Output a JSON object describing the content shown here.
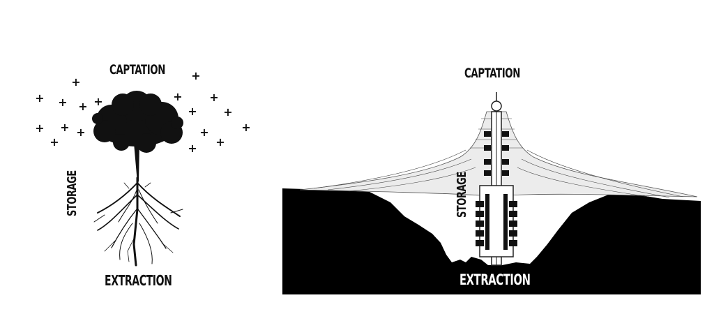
{
  "tree_diagram": {
    "captation_label": "CAPTATION",
    "storage_label": "STORAGE",
    "extraction_label": "EXTRACTION",
    "plus_symbol": "+"
  },
  "building_diagram": {
    "captation_label": "CAPTATION",
    "storage_label": "STORAGE",
    "extraction_label": "EXTRACTION"
  },
  "colors": {
    "ground": "#000000",
    "background": "#ffffff",
    "foliage": "#111111"
  }
}
